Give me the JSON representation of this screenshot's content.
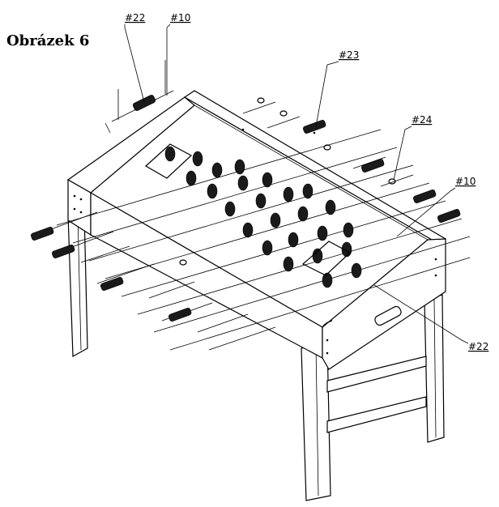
{
  "figure_title": "Obrázek 6",
  "callouts": {
    "c22_top": "#22",
    "c10_top": "#10",
    "c23": "#23",
    "c24": "#24",
    "c10_right": "#10",
    "c22_right": "#22"
  }
}
